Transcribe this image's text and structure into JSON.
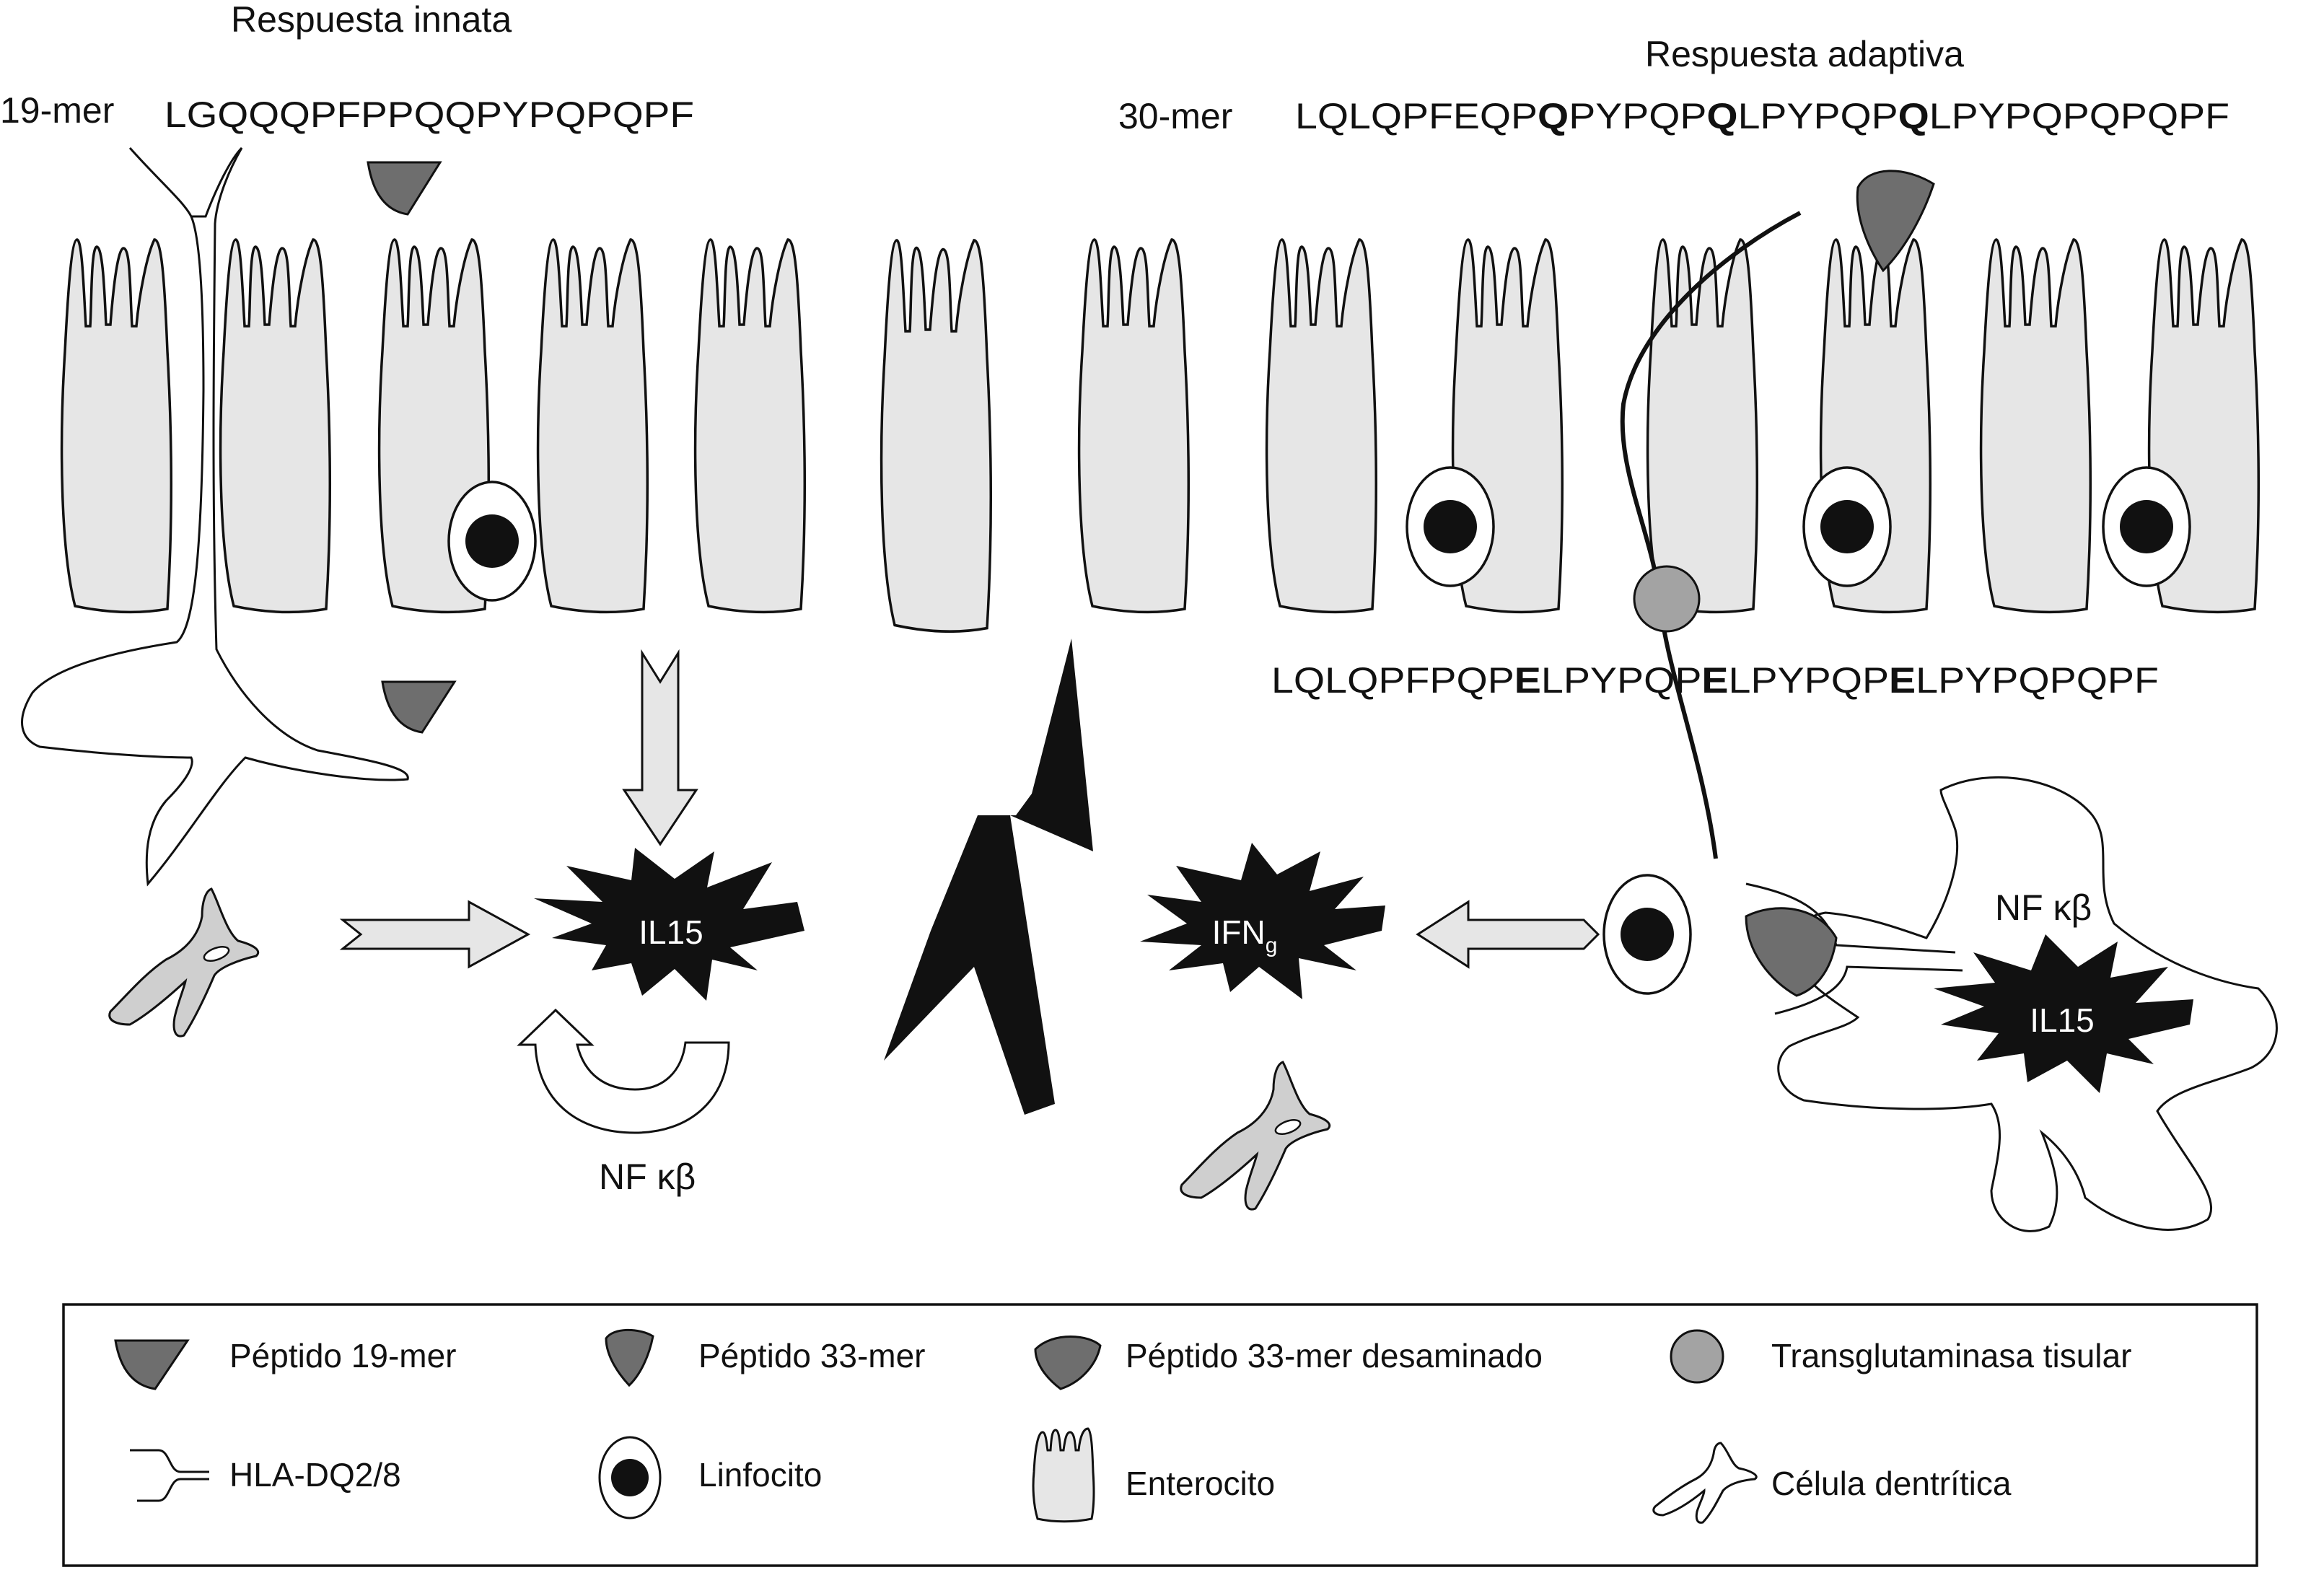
{
  "titles": {
    "innate": "Respuesta innata",
    "adaptive": "Respuesta adaptiva"
  },
  "peptides": {
    "p19_label": "19-mer",
    "p19_seq": "LGQQQPFPPQQPYPQPQPF",
    "p30_label": "30-mer",
    "p30_seq_parts": [
      "LQLQPFEQP",
      "Q",
      "PYPQP",
      "Q",
      "LPYPQP",
      "Q",
      "LPYPQPQPQPF"
    ],
    "deamidated_seq_parts": [
      "LQLQPFPQP",
      "E",
      "LPYPQP",
      "E",
      "LPYPQP",
      "E",
      "LPYPQPQPF"
    ]
  },
  "labels": {
    "il15_left": "IL15",
    "il15_right": "IL15",
    "ifn_main": "IFN",
    "ifn_sub": "g",
    "nfkb_left": "NF κβ",
    "nfkb_right": "NF κβ"
  },
  "legend": {
    "items": [
      "Péptido 19-mer",
      "Péptido 33-mer",
      "Péptido 33-mer desaminado",
      "Transglutaminasa tisular",
      "HLA-DQ2/8",
      "Linfocito",
      "Enterocito",
      "Célula dentrítica"
    ]
  },
  "colors": {
    "enterocyte_fill": "#e6e6e6",
    "peptide_fill": "#6e6e6e",
    "transglutaminase_fill": "#a3a3a3",
    "dendritic_fill": "#cfcfcf",
    "arrow_fill": "#e6e6e6",
    "starburst_fill": "#111111"
  }
}
